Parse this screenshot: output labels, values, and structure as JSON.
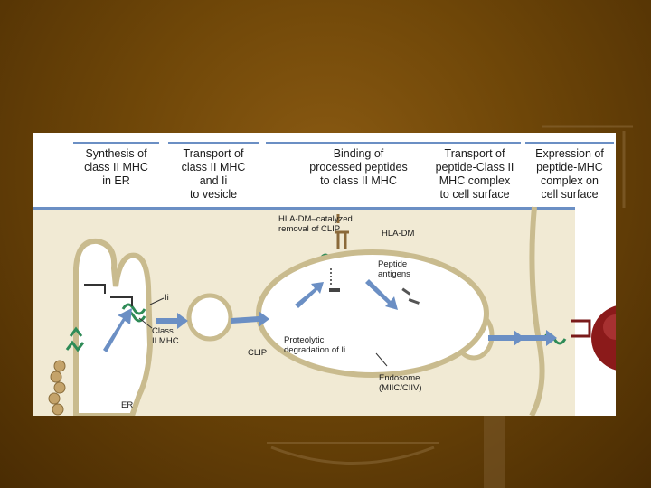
{
  "headers": [
    {
      "lines": [
        "Synthesis of",
        "class II MHC",
        "in ER"
      ]
    },
    {
      "lines": [
        "Transport of",
        "class II MHC",
        "and Ii",
        "to vesicle"
      ]
    },
    {
      "lines": [
        "Binding of",
        "processed peptides",
        "to class II MHC"
      ]
    },
    {
      "lines": [
        "Transport of",
        "peptide-Class II",
        "MHC complex",
        "to cell surface"
      ]
    },
    {
      "lines": [
        "Expression of",
        "peptide-MHC",
        "complex on",
        "cell surface"
      ]
    }
  ],
  "labels": {
    "ii": "Ii",
    "class_ii_mhc": [
      "Class",
      "II MHC"
    ],
    "er": "ER",
    "clip": "CLIP",
    "hla_dm_catalyzed": [
      "HLA-DM–catalyzed",
      "removal of CLIP"
    ],
    "hla_dm": "HLA-DM",
    "peptide_antigens": [
      "Peptide",
      "antigens"
    ],
    "proteolytic": [
      "Proteolytic",
      "degradation of Ii"
    ],
    "endosome": [
      "Endosome",
      "(MIIC/CIIV)"
    ]
  },
  "colors": {
    "accent_blue": "#6b8fc4",
    "cytoplasm": "#f1ead4",
    "mhc_green": "#2e8b57",
    "membrane": "#b8a98a"
  }
}
